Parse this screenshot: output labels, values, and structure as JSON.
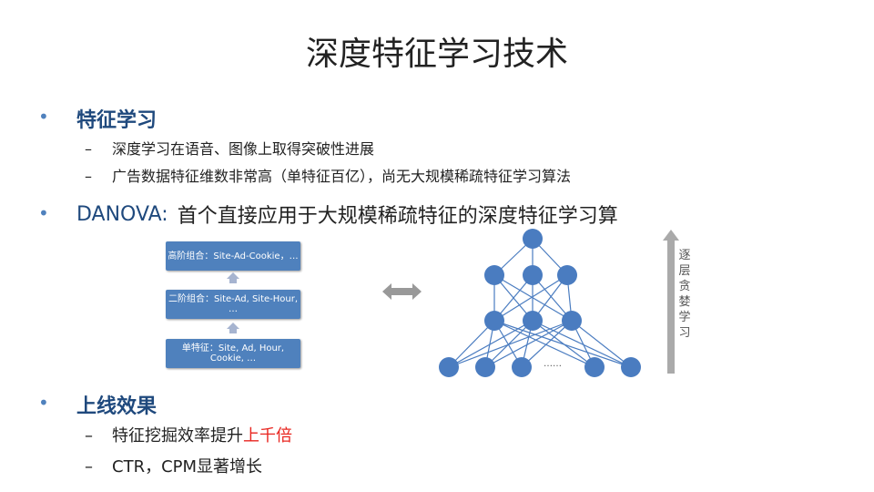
{
  "title": "深度特征学习技术",
  "section1": {
    "heading": "特征学习",
    "items": [
      "深度学习在语音、图像上取得突破性进展",
      "广告数据特征维数非常高（单特征百亿），尚无大规模稀疏特征学习算法"
    ]
  },
  "section2": {
    "heading": "DANOVA:",
    "text": "首个直接应用于大规模稀疏特征的深度特征学习算"
  },
  "diagram": {
    "boxes": [
      "高阶组合：Site-Ad-Cookie，…",
      "二阶组合：Site-Ad, Site-Hour, …",
      "单特征：Site, Ad, Hour, Cookie, …"
    ],
    "ellipsis": "……",
    "vertical_label": "逐层贪婪学习",
    "node_color": "#4a7cc0"
  },
  "section3": {
    "heading": "上线效果",
    "item1_prefix": "特征挖掘效率提升",
    "item1_highlight": "上千倍",
    "item2": "CTR，CPM显著增长"
  },
  "bullet": "•",
  "dash": "–"
}
